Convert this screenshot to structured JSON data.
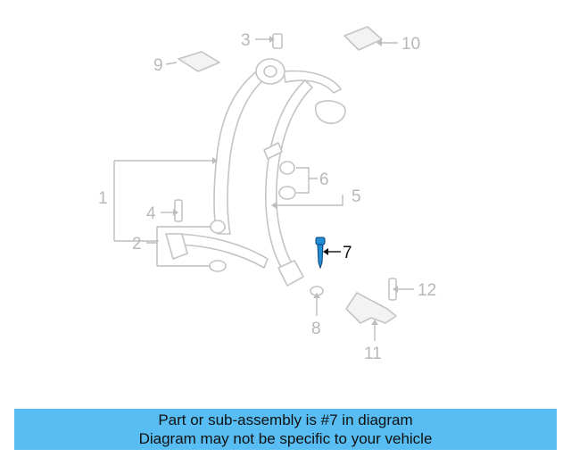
{
  "callouts": {
    "c1": "1",
    "c2": "2",
    "c3": "3",
    "c4": "4",
    "c5": "5",
    "c6": "6",
    "c7": "7",
    "c8": "8",
    "c9": "9",
    "c10": "10",
    "c11": "11",
    "c12": "12"
  },
  "highlight_part": "7",
  "colors": {
    "highlight_part": "#1f8fd8",
    "caption_bg": "#58bdf2",
    "line_art": "#c4c4c4"
  },
  "caption": {
    "line1": "Part or sub-assembly is #7 in diagram",
    "line2": "Diagram may not be specific to your vehicle"
  }
}
